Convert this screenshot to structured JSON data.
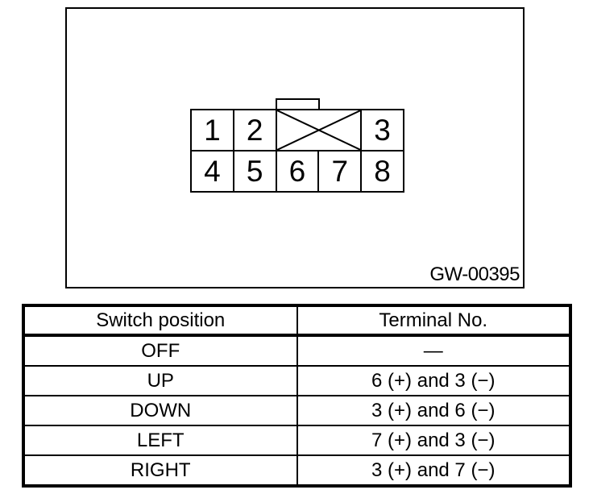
{
  "colors": {
    "ink": "#000000",
    "paper": "#ffffff"
  },
  "figure": {
    "code_label": "GW-00395",
    "connector": {
      "pins_top": [
        "1",
        "2",
        "3"
      ],
      "pins_bottom": [
        "4",
        "5",
        "6",
        "7",
        "8"
      ]
    }
  },
  "table": {
    "headers": {
      "switch_position": "Switch position",
      "terminal_no": "Terminal No."
    },
    "rows": [
      {
        "position": "OFF",
        "terminal": "—"
      },
      {
        "position": "UP",
        "terminal": "6 (+) and 3 (−)"
      },
      {
        "position": "DOWN",
        "terminal": "3 (+) and 6 (−)"
      },
      {
        "position": "LEFT",
        "terminal": "7 (+) and 3 (−)"
      },
      {
        "position": "RIGHT",
        "terminal": "3 (+) and 7 (−)"
      }
    ]
  }
}
